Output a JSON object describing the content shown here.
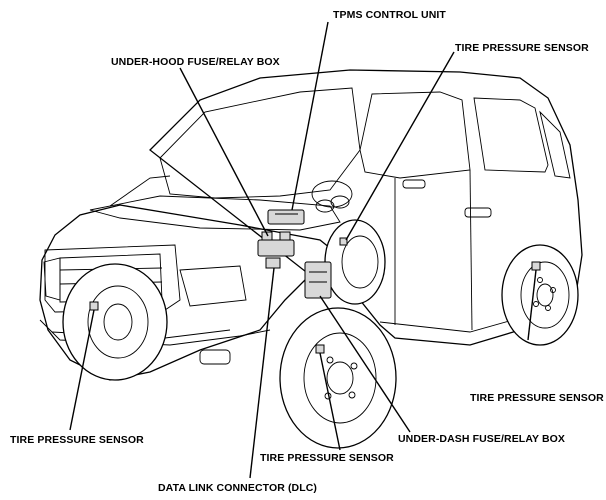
{
  "labels": {
    "tpms_control_unit": "TPMS CONTROL UNIT",
    "under_hood_fuse_relay_box": "UNDER-HOOD FUSE/RELAY BOX",
    "tire_pressure_sensor_right_rear_upper": "TIRE PRESSURE SENSOR",
    "tire_pressure_sensor_right_rear_lower": "TIRE PRESSURE SENSOR",
    "tire_pressure_sensor_left_front": "TIRE PRESSURE SENSOR",
    "tire_pressure_sensor_right_front": "TIRE PRESSURE SENSOR",
    "under_dash_fuse_relay_box": "UNDER-DASH FUSE/RELAY BOX",
    "data_link_connector": "DATA LINK CONNECTOR (DLC)"
  },
  "colors": {
    "line": "#000000",
    "background": "#ffffff",
    "component_fill": "#d8d8d8"
  }
}
